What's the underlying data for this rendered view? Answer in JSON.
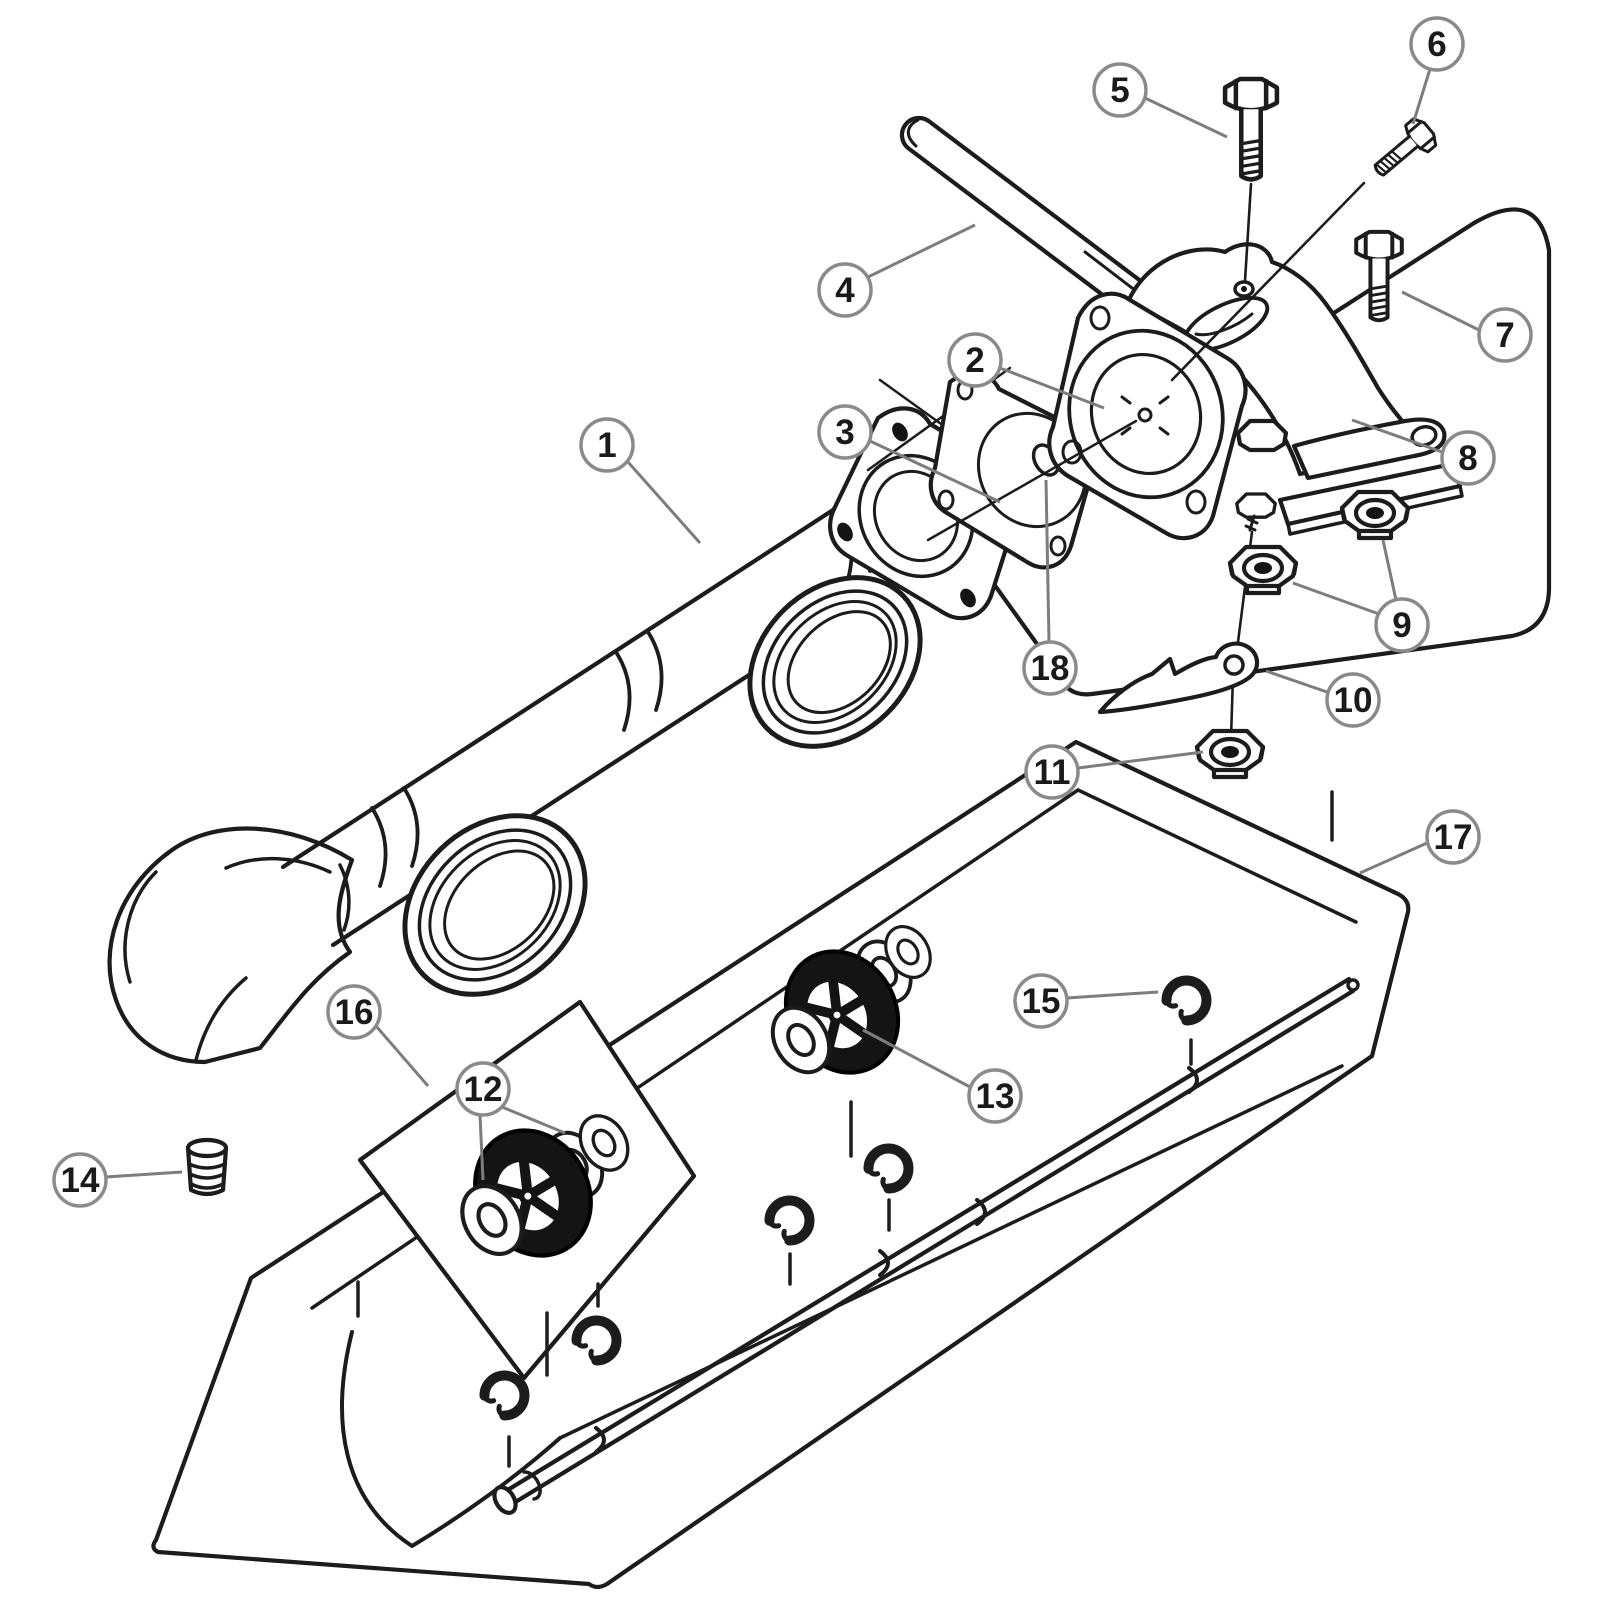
{
  "diagram": {
    "callouts": [
      {
        "number": "1"
      },
      {
        "number": "2"
      },
      {
        "number": "3"
      },
      {
        "number": "4"
      },
      {
        "number": "5"
      },
      {
        "number": "6"
      },
      {
        "number": "7"
      },
      {
        "number": "8"
      },
      {
        "number": "9"
      },
      {
        "number": "10"
      },
      {
        "number": "11"
      },
      {
        "number": "12"
      },
      {
        "number": "13"
      },
      {
        "number": "14"
      },
      {
        "number": "15"
      },
      {
        "number": "16"
      },
      {
        "number": "17"
      },
      {
        "number": "18"
      }
    ],
    "colors": {
      "line": "#1c1c1c",
      "background": "#ffffff",
      "callout_ring": "#8a8a8a",
      "leader": "#7d7d7d",
      "solid_fill": "#141414"
    }
  }
}
